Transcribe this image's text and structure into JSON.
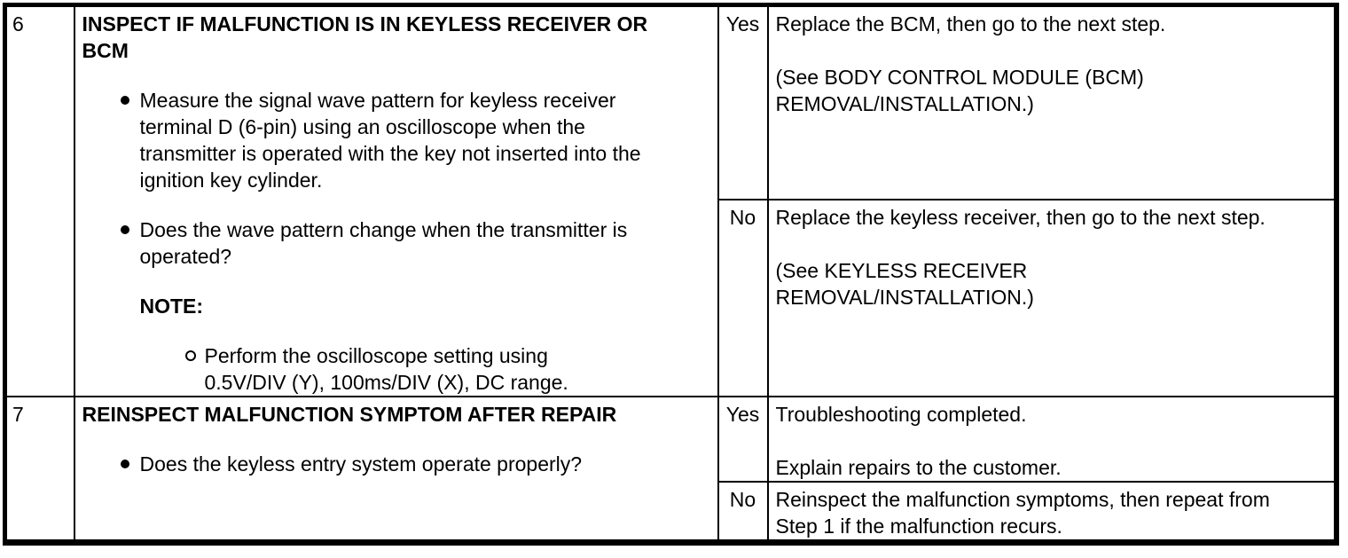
{
  "colors": {
    "background": "#ffffff",
    "text": "#000000",
    "border": "#000000"
  },
  "table": {
    "rows": [
      {
        "step": "6",
        "title": "INSPECT IF MALFUNCTION IS IN KEYLESS RECEIVER OR\nBCM",
        "bullets": [
          "Measure the signal wave pattern for keyless receiver\nterminal D (6-pin) using an oscilloscope when the\ntransmitter is operated with the key not inserted into the\nignition key cylinder.",
          "Does the wave pattern change when the transmitter is\noperated?"
        ],
        "note_label": "NOTE:",
        "sub_bullets": [
          "Perform the oscilloscope setting using\n0.5V/DIV (Y), 100ms/DIV (X), DC range."
        ],
        "yes_label": "Yes",
        "yes_action": "Replace the BCM, then go to the next step.\n\n(See BODY CONTROL MODULE (BCM)\nREMOVAL/INSTALLATION.)",
        "no_label": "No",
        "no_action": "Replace the keyless receiver, then go to the next step.\n\n(See KEYLESS RECEIVER\nREMOVAL/INSTALLATION.)"
      },
      {
        "step": "7",
        "title": "REINSPECT MALFUNCTION SYMPTOM AFTER REPAIR",
        "bullets": [
          "Does the keyless entry system operate properly?"
        ],
        "yes_label": "Yes",
        "yes_action": "Troubleshooting completed.\n\nExplain repairs to the customer.",
        "no_label": "No",
        "no_action": "Reinspect the malfunction symptoms, then repeat from\nStep 1 if the malfunction recurs."
      }
    ]
  }
}
